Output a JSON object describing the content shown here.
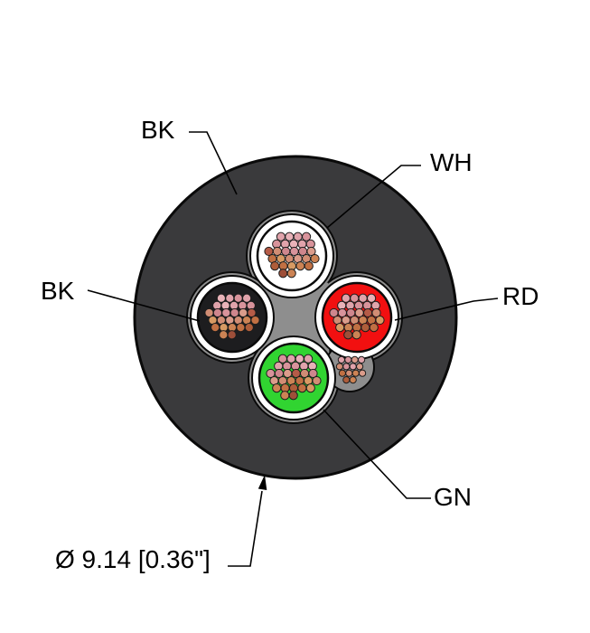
{
  "title": "Cable cross-section diagram",
  "labels": {
    "jacket": "BK",
    "white_core": "WH",
    "black_core": "BK",
    "red_core": "RD",
    "green_core": "GN",
    "diameter": "Ø 9.14 [0.36\"]"
  },
  "colors": {
    "background": "#ffffff",
    "outline": "#0a0a0a",
    "jacket": "#3a3a3c",
    "filler": "#8e8e8e",
    "clearance": "#ffffff",
    "conductor_white": "#ffffff",
    "conductor_black": "#1d1d1f",
    "conductor_red": "#f21010",
    "conductor_green": "#31d431",
    "strand_palette": [
      "#e8b2b8",
      "#e0a3ab",
      "#d8939b",
      "#cf868d",
      "#db9c8b",
      "#d18d74",
      "#d79a63",
      "#cc8354",
      "#c17043",
      "#ae5d3a",
      "#9e4f39",
      "#b55b47"
    ]
  },
  "cable": {
    "outer_jacket": {
      "label": "BK",
      "color_key": "jacket"
    },
    "conductors": [
      {
        "position": "top",
        "label": "WH",
        "color_key": "conductor_white",
        "strands": 28
      },
      {
        "position": "left",
        "label": "BK",
        "color_key": "conductor_black",
        "strands": 28
      },
      {
        "position": "right",
        "label": "RD",
        "color_key": "conductor_red",
        "strands": 28
      },
      {
        "position": "bottom",
        "label": "GN",
        "color_key": "conductor_green",
        "strands": 28
      }
    ],
    "drain_wire": {
      "strands": 14
    },
    "diameter_label": "Ø 9.14 [0.36\"]"
  }
}
